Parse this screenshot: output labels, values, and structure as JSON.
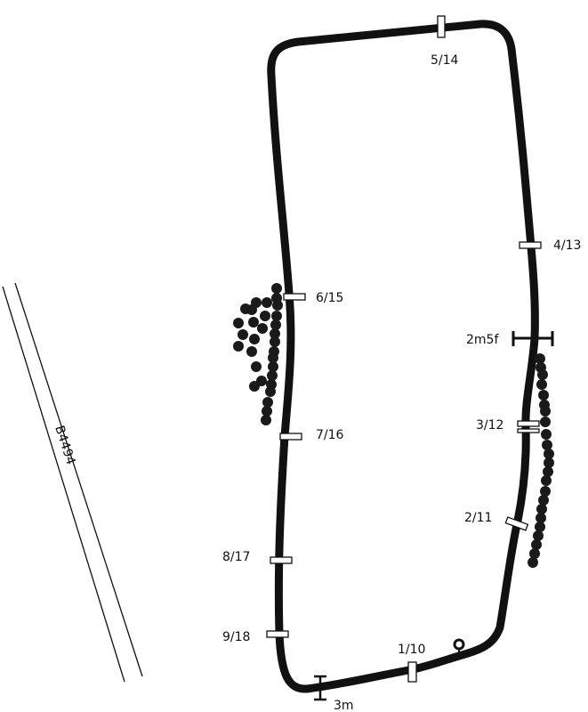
{
  "road": {
    "label": "B4494"
  },
  "markers": [
    {
      "id": "1-10",
      "label": "1/10"
    },
    {
      "id": "2-11",
      "label": "2/11"
    },
    {
      "id": "3-12",
      "label": "3/12"
    },
    {
      "id": "4-13",
      "label": "4/13"
    },
    {
      "id": "5-14",
      "label": "5/14"
    },
    {
      "id": "6-15",
      "label": "6/15"
    },
    {
      "id": "7-16",
      "label": "7/16"
    },
    {
      "id": "8-17",
      "label": "8/17"
    },
    {
      "id": "9-18",
      "label": "9/18"
    }
  ],
  "starts": {
    "start_2m5f": "2m5f",
    "start_3m": "3m"
  },
  "colors": {
    "track": "#111111",
    "background": "#ffffff"
  }
}
